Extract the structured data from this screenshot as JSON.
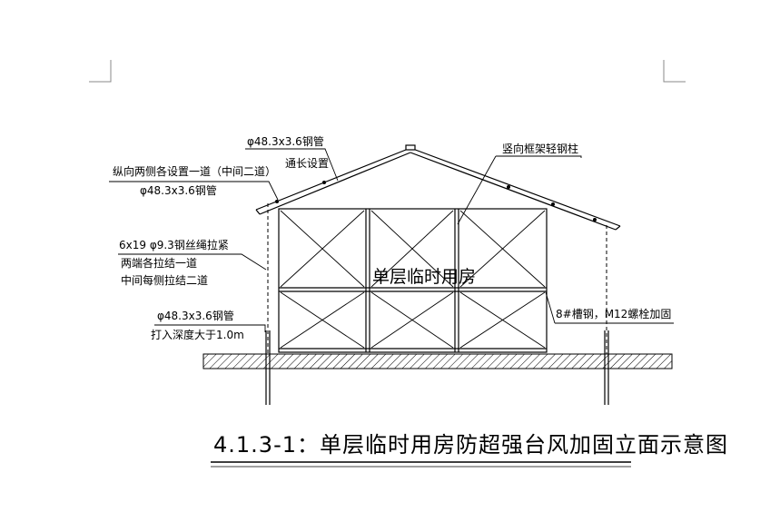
{
  "drawing": {
    "center_label": "单层临时用房",
    "caption": "4.1.3-1：单层临时用房防超强台风加固立面示意图"
  },
  "annotations": {
    "top_pipe_spec": "φ48.3x3.6钢管",
    "top_pipe_note": "通长设置",
    "column_label": "竖向框架轻钢柱",
    "left_pipe_note": "纵向两侧各设置一道（中间二道）",
    "left_pipe_spec": "φ48.3x3.6钢管",
    "rope_spec": "6x19  φ9.3钢丝绳拉紧",
    "rope_note1": "两端各拉结一道",
    "rope_note2": "中间每侧拉结二道",
    "ground_pipe_spec": "φ48.3x3.6钢管",
    "ground_pipe_note": "打入深度大于1.0m",
    "channel_spec": "8#槽钢，M12螺栓加固"
  }
}
